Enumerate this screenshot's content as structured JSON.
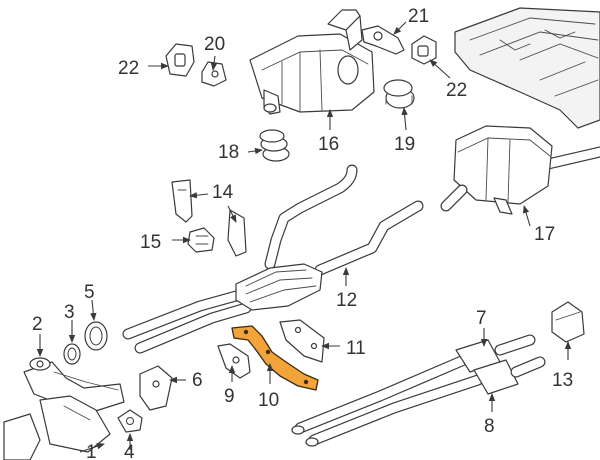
{
  "diagram": {
    "accent_color": "#f2a33a",
    "highlighted_part": "10",
    "callouts": {
      "c1": "1",
      "c2": "2",
      "c3": "3",
      "c4": "4",
      "c5": "5",
      "c6": "6",
      "c7": "7",
      "c8": "8",
      "c9": "9",
      "c10": "10",
      "c11": "11",
      "c12": "12",
      "c13": "13",
      "c14": "14",
      "c15": "15",
      "c16": "16",
      "c17": "17",
      "c18": "18",
      "c19": "19",
      "c20": "20",
      "c21": "21",
      "c22a": "22",
      "c22b": "22"
    }
  }
}
